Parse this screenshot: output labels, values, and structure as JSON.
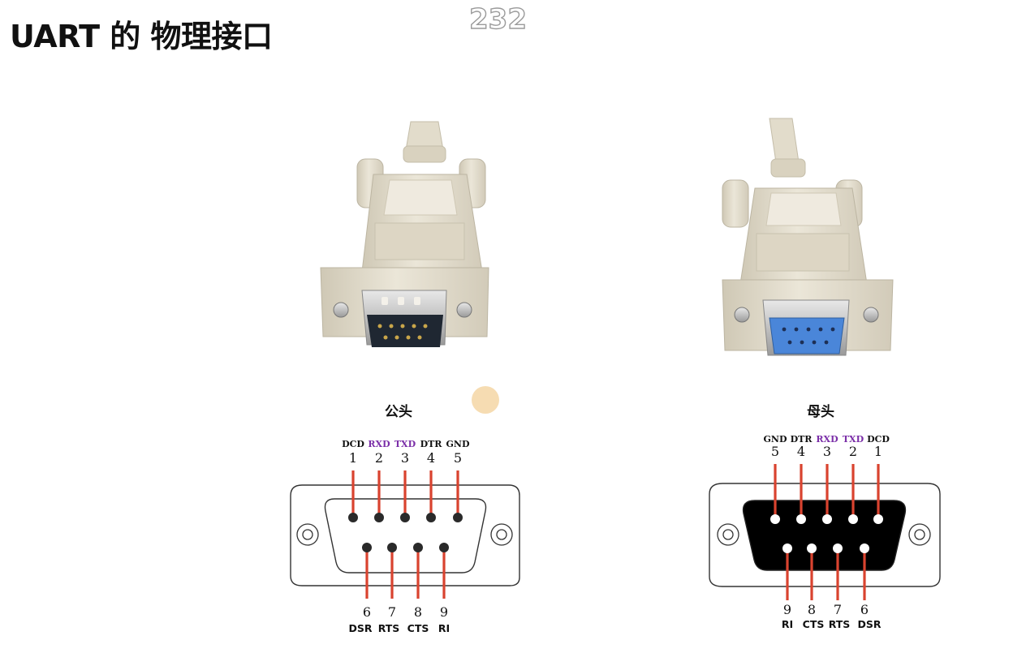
{
  "slide": {
    "title": "UART 的 物理接口",
    "page_number": "232"
  },
  "male": {
    "heading": "公头",
    "top_pins": [
      {
        "num": "1",
        "signal": "DCD",
        "highlight": false
      },
      {
        "num": "2",
        "signal": "RXD",
        "highlight": true
      },
      {
        "num": "3",
        "signal": "TXD",
        "highlight": true
      },
      {
        "num": "4",
        "signal": "DTR",
        "highlight": false
      },
      {
        "num": "5",
        "signal": "GND",
        "highlight": false
      }
    ],
    "bottom_pins": [
      {
        "num": "6",
        "signal": "DSR"
      },
      {
        "num": "7",
        "signal": "RTS"
      },
      {
        "num": "8",
        "signal": "CTS"
      },
      {
        "num": "9",
        "signal": "RI"
      }
    ]
  },
  "female": {
    "heading": "母头",
    "top_pins": [
      {
        "num": "5",
        "signal": "GND",
        "highlight": false
      },
      {
        "num": "4",
        "signal": "DTR",
        "highlight": false
      },
      {
        "num": "3",
        "signal": "RXD",
        "highlight": true
      },
      {
        "num": "2",
        "signal": "TXD",
        "highlight": true
      },
      {
        "num": "1",
        "signal": "DCD",
        "highlight": false
      }
    ],
    "bottom_pins": [
      {
        "num": "9",
        "signal": "RI"
      },
      {
        "num": "8",
        "signal": "CTS"
      },
      {
        "num": "7",
        "signal": "RTS"
      },
      {
        "num": "6",
        "signal": "DSR"
      }
    ]
  },
  "colors": {
    "lead_line": "#d9432f",
    "highlight_signal": "#7b2fa8",
    "cable_beige": "#e3ddcd",
    "male_socket": "#1f2732",
    "female_socket": "#4a86d9"
  }
}
